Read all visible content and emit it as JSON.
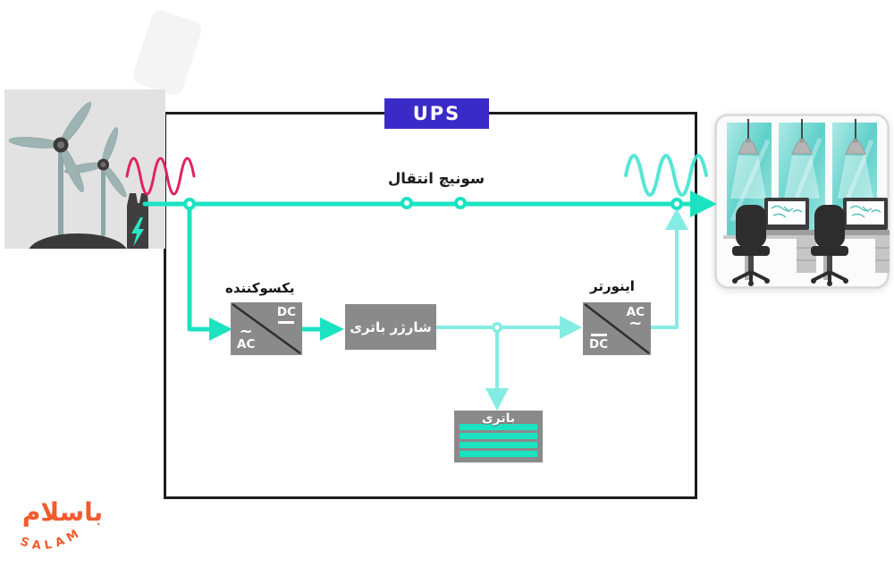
{
  "ups_label": "UPS",
  "transfer_switch_label": "سونیچ انتقال",
  "components": {
    "rectifier": {
      "label": "یکسوکننده",
      "ac": "AC",
      "dc": "DC",
      "ac_symbol": "~"
    },
    "charger": {
      "label": "شارژر باتری"
    },
    "inverter": {
      "label": "اینورتر",
      "ac": "AC",
      "dc": "DC",
      "ac_symbol": "~"
    },
    "battery": {
      "label": "باتری"
    }
  },
  "source": {
    "name": "wind-turbines"
  },
  "load": {
    "name": "office-computers"
  },
  "logo": {
    "farsi": "باسلام",
    "latin": "SALAM"
  },
  "colors": {
    "main_line": "#1be3c1",
    "secondary_line": "#85ece4",
    "input_wave": "#e0245e",
    "output_wave": "#43e3d1",
    "ups_badge": "#3a2bc8",
    "component_box": "#8a8a8a",
    "logo_orange": "#f15b2e",
    "panel_bg": "#e2e2e2"
  }
}
